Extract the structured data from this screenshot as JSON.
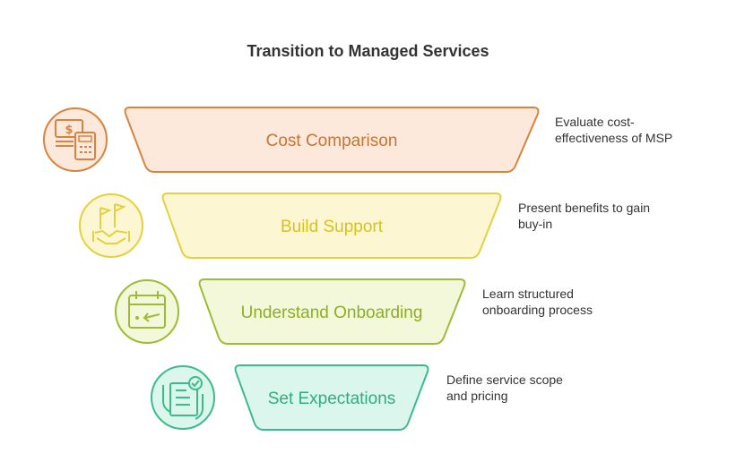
{
  "title": "Transition to Managed Services",
  "stages": [
    {
      "label": "Cost Comparison",
      "description": [
        "Evaluate cost-",
        "effectiveness of MSP"
      ],
      "icon": "money-calculator-icon",
      "fill": "#fce9dc",
      "stroke": "#d9843e",
      "text": "#c9742f"
    },
    {
      "label": "Build Support",
      "description": [
        "Present benefits to gain",
        "buy-in"
      ],
      "icon": "handshake-flags-icon",
      "fill": "#fdf6d3",
      "stroke": "#e3d13f",
      "text": "#d6c21f"
    },
    {
      "label": "Understand Onboarding",
      "description": [
        "Learn structured",
        "onboarding process"
      ],
      "icon": "calendar-arrow-icon",
      "fill": "#f3f8da",
      "stroke": "#9dbb35",
      "text": "#8fae25"
    },
    {
      "label": "Set Expectations",
      "description": [
        "Define service scope",
        "and pricing"
      ],
      "icon": "checklist-hand-icon",
      "fill": "#dbf6ec",
      "stroke": "#3dbb8b",
      "text": "#2fae7f"
    }
  ]
}
